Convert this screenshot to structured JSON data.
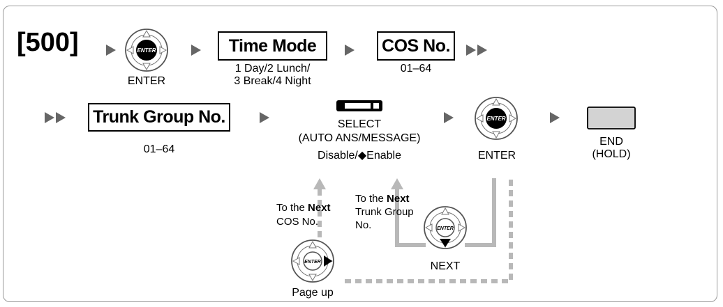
{
  "program_number": "[500]",
  "enter_label": "ENTER",
  "time_mode": {
    "title": "Time Mode",
    "options_line1": "1 Day/2 Lunch/",
    "options_line2": "3 Break/4 Night"
  },
  "cos": {
    "title": "COS No.",
    "range": "01–64"
  },
  "trunk_group": {
    "title": "Trunk Group No.",
    "range": "01–64"
  },
  "select_key": {
    "label": "SELECT",
    "sublabel": "(AUTO ANS/MESSAGE)",
    "disable": "Disable/",
    "enable": "Enable"
  },
  "enter_label_2": "ENTER",
  "end_key": {
    "label": "END",
    "sublabel": "(HOLD)"
  },
  "next_cos": {
    "prefix": "To the ",
    "bold": "Next",
    "line2": "COS No."
  },
  "next_trunk": {
    "prefix": "To the ",
    "bold": "Next",
    "line2": "Trunk Group",
    "line3": "No."
  },
  "next_label": "NEXT",
  "page_up_label": "Page up",
  "icon_text": "ENTER",
  "colors": {
    "border": "#9a9a9a",
    "flow_line": "#b8b8b8",
    "end_key": "#d3d3d3"
  }
}
